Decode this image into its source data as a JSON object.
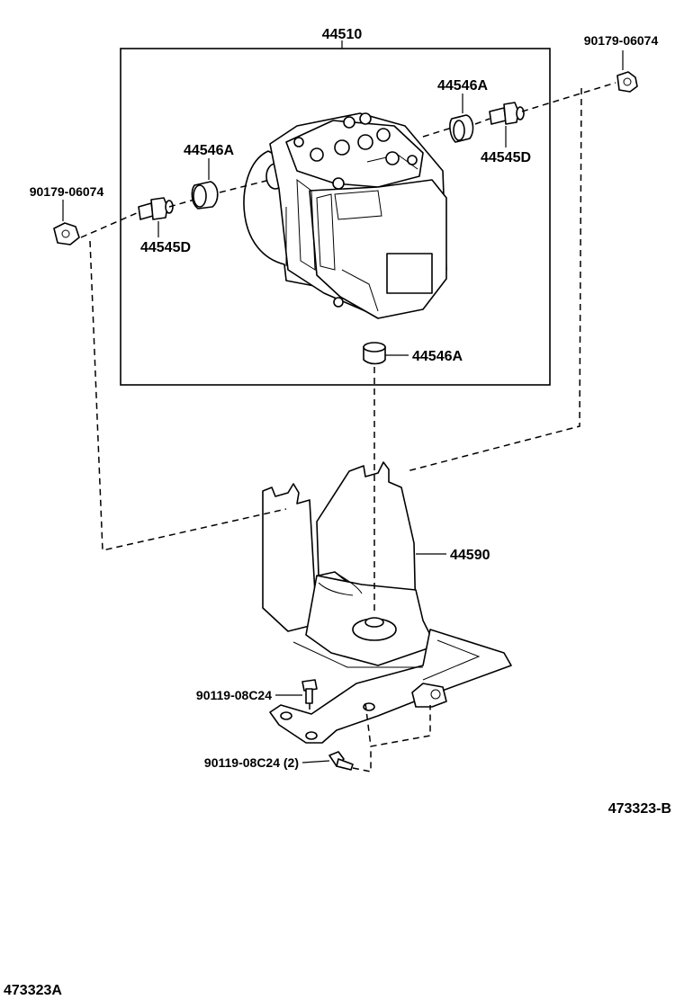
{
  "parts": {
    "assembly": "44510",
    "bolt_top_right": "90179-06074",
    "bolt_left": "90179-06074",
    "spacer_top_right": "44546A",
    "spacer_left": "44546A",
    "spacer_bottom": "44546A",
    "stud_top_right": "44545D",
    "stud_left": "44545D",
    "bracket": "44590",
    "screw_upper": "90119-08C24",
    "screw_lower": "90119-08C24 (2)"
  },
  "figure_code": "473323-B",
  "page_code": "473323A"
}
